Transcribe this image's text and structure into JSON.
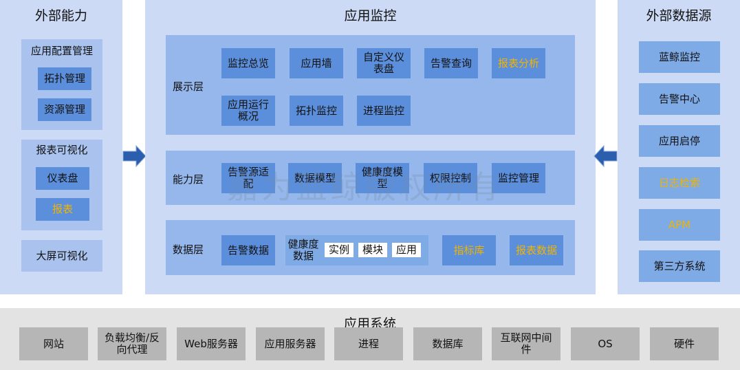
{
  "left": {
    "title": "外部能力",
    "group1": {
      "title": "应用配置管理",
      "items": [
        "拓扑管理",
        "资源管理"
      ]
    },
    "group2": {
      "title": "报表可视化",
      "items": [
        "仪表盘",
        "报表"
      ]
    },
    "group3": {
      "title": "大屏可视化"
    }
  },
  "center": {
    "title": "应用监控",
    "display": {
      "label": "展示层",
      "items": [
        "监控总览",
        "应用墙",
        "自定义仪\n表盘",
        "告警查询",
        "报表分析",
        "应用运行\n概况",
        "拓扑监控",
        "进程监控"
      ]
    },
    "ability": {
      "label": "能力层",
      "items": [
        "告警源适\n配",
        "数据模型",
        "健康度模\n型",
        "权限控制",
        "监控管理"
      ]
    },
    "data": {
      "label": "数据层",
      "alarm": "告警数据",
      "health": {
        "label": "健康度\n数据",
        "chips": [
          "实例",
          "模块",
          "应用"
        ]
      },
      "metrics": "指标库",
      "report": "报表数据"
    }
  },
  "right": {
    "title": "外部数据源",
    "items": [
      "蓝鲸监控",
      "告警中心",
      "应用启停",
      "日志检索",
      "APM",
      "第三方系统"
    ]
  },
  "bottom": {
    "title": "应用系统",
    "items": [
      "网站",
      "负载均衡/反\n向代理",
      "Web服务器",
      "应用服务器",
      "进程",
      "数据库",
      "互联网中间\n件",
      "OS",
      "硬件"
    ]
  },
  "watermark": "嘉为蓝鲸版权所有",
  "colors": {
    "panel": "#ccdaf5",
    "dark_box": "#5b8fdc",
    "orange_text": "#f0b400",
    "arrow": "#2b5fad"
  }
}
